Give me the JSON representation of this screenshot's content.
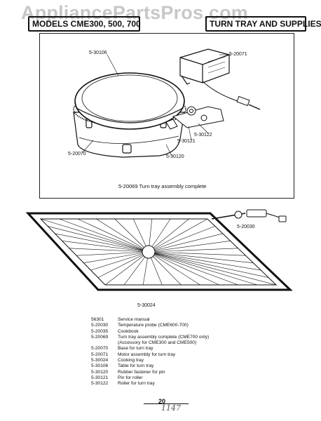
{
  "header": {
    "watermark": "AppliancePartsPros.com",
    "models_label": "MODELS CME300, 500, 700",
    "section_title": "TURN TRAY AND SUPPLIES"
  },
  "assembly_panel": {
    "labels": {
      "table": "5-30106",
      "motor": "5-20071",
      "roller": "5-30122",
      "pin": "5-30121",
      "base": "5-20070",
      "fastener": "5-30120"
    },
    "caption": "5-20069  Turn tray assembly complete"
  },
  "tray_area": {
    "probe_label": "5-20030",
    "tray_label": "5-30024"
  },
  "parts_list": [
    {
      "part": "56301",
      "description": "Service manual"
    },
    {
      "part": "5-20030",
      "description": "Temperature probe (CME600-700)"
    },
    {
      "part": "5-20035",
      "description": "Cookbook"
    },
    {
      "part": "5-20069",
      "description": "Turn tray assembly complete (CME700 only)"
    },
    {
      "part": "",
      "description": "(Accessory for CME300 and CME500)"
    },
    {
      "part": "5-20070",
      "description": "Base for turn tray"
    },
    {
      "part": "5-20071",
      "description": "Motor assembly for turn tray"
    },
    {
      "part": "5-30024",
      "description": "Cooking tray"
    },
    {
      "part": "5-30106",
      "description": "Table for turn tray"
    },
    {
      "part": "5-30120",
      "description": "Rubber fastener for pin"
    },
    {
      "part": "5-30121",
      "description": "Pin for roller"
    },
    {
      "part": "5-30122",
      "description": "Roller for turn tray"
    }
  ],
  "footer": {
    "page_number": "20",
    "handwritten_note": "1147"
  }
}
